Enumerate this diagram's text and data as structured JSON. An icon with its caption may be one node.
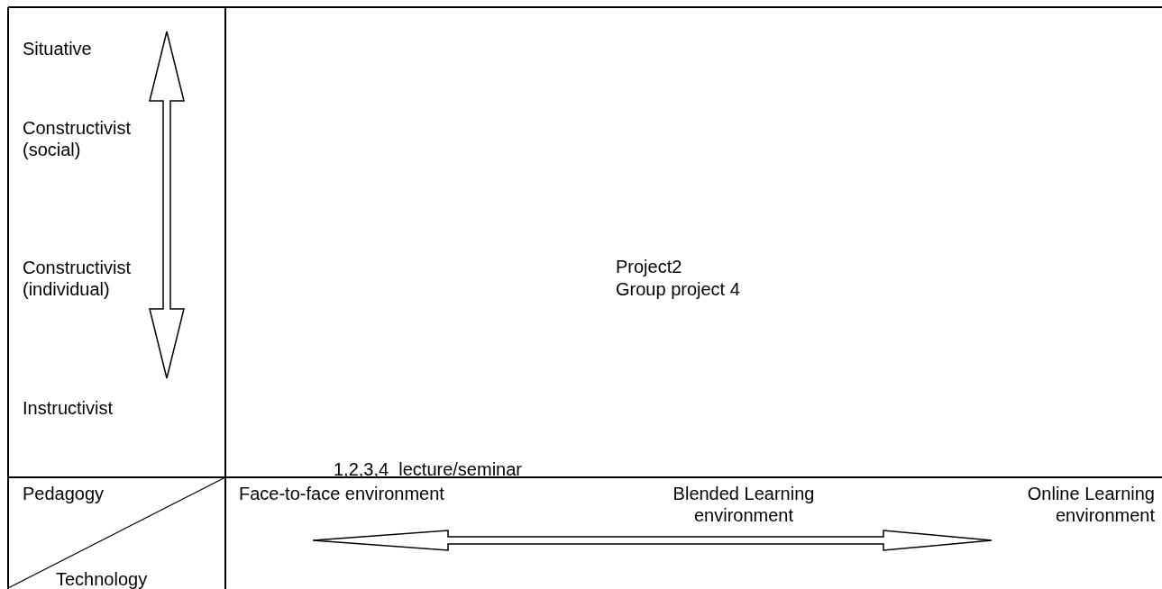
{
  "diagram": {
    "labels": [
      "Situative",
      "Constructivist (social)",
      "Constructivist (individual)",
      "Instructivist",
      "Project2",
      "Group project 4",
      "1,2,3,4  lecture/seminar",
      "Pedagogy",
      "Face-to-face environment",
      "Blended Learning environment",
      "Online Learning environment",
      "Technology"
    ]
  }
}
